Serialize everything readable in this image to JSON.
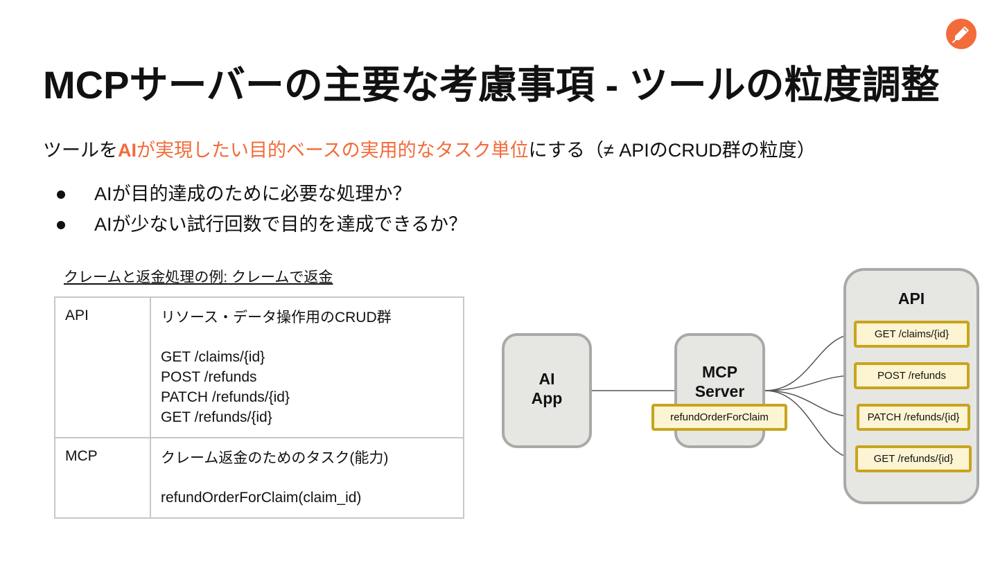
{
  "title": "MCPサーバーの主要な考慮事項 - ツールの粒度調整",
  "subtitle": {
    "prefix": "ツールを",
    "highlight_ai": "AI",
    "highlight_rest": "が実現したい目的ベースの実用的なタスク単位",
    "suffix": "にする（≠ APIのCRUD群の粒度）"
  },
  "points": [
    "AIが目的達成のために必要な処理か？",
    "AIが少ない試行回数で目的を達成できるか？"
  ],
  "example_caption": "クレームと返金処理の例: クレームで返金",
  "table": {
    "rows": [
      {
        "key": "API",
        "heading": "リソース・データ操作用のCRUD群",
        "lines": [
          "GET /claims/{id}",
          "POST /refunds",
          "PATCH /refunds/{id}",
          "GET /refunds/{id}"
        ]
      },
      {
        "key": "MCP",
        "heading": "クレーム返金のためのタスク(能力)",
        "lines": [
          "refundOrderForClaim(claim_id)"
        ]
      }
    ]
  },
  "diagram": {
    "ai_app": [
      "AI",
      "App"
    ],
    "mcp_server": [
      "MCP",
      "Server"
    ],
    "tool": "refundOrderForClaim",
    "api_title": "API",
    "endpoints": [
      "GET /claims/{id}",
      "POST /refunds",
      "PATCH /refunds/{id}",
      "GET /refunds/{id}"
    ]
  },
  "colors": {
    "accent": "#f26b3a",
    "box_fill": "#e6e7e3",
    "box_border": "#a9aaa8",
    "pill_fill": "#fcf4d2",
    "pill_border": "#c9a41c"
  },
  "icons": {
    "logo": "rocket-logo-icon"
  }
}
